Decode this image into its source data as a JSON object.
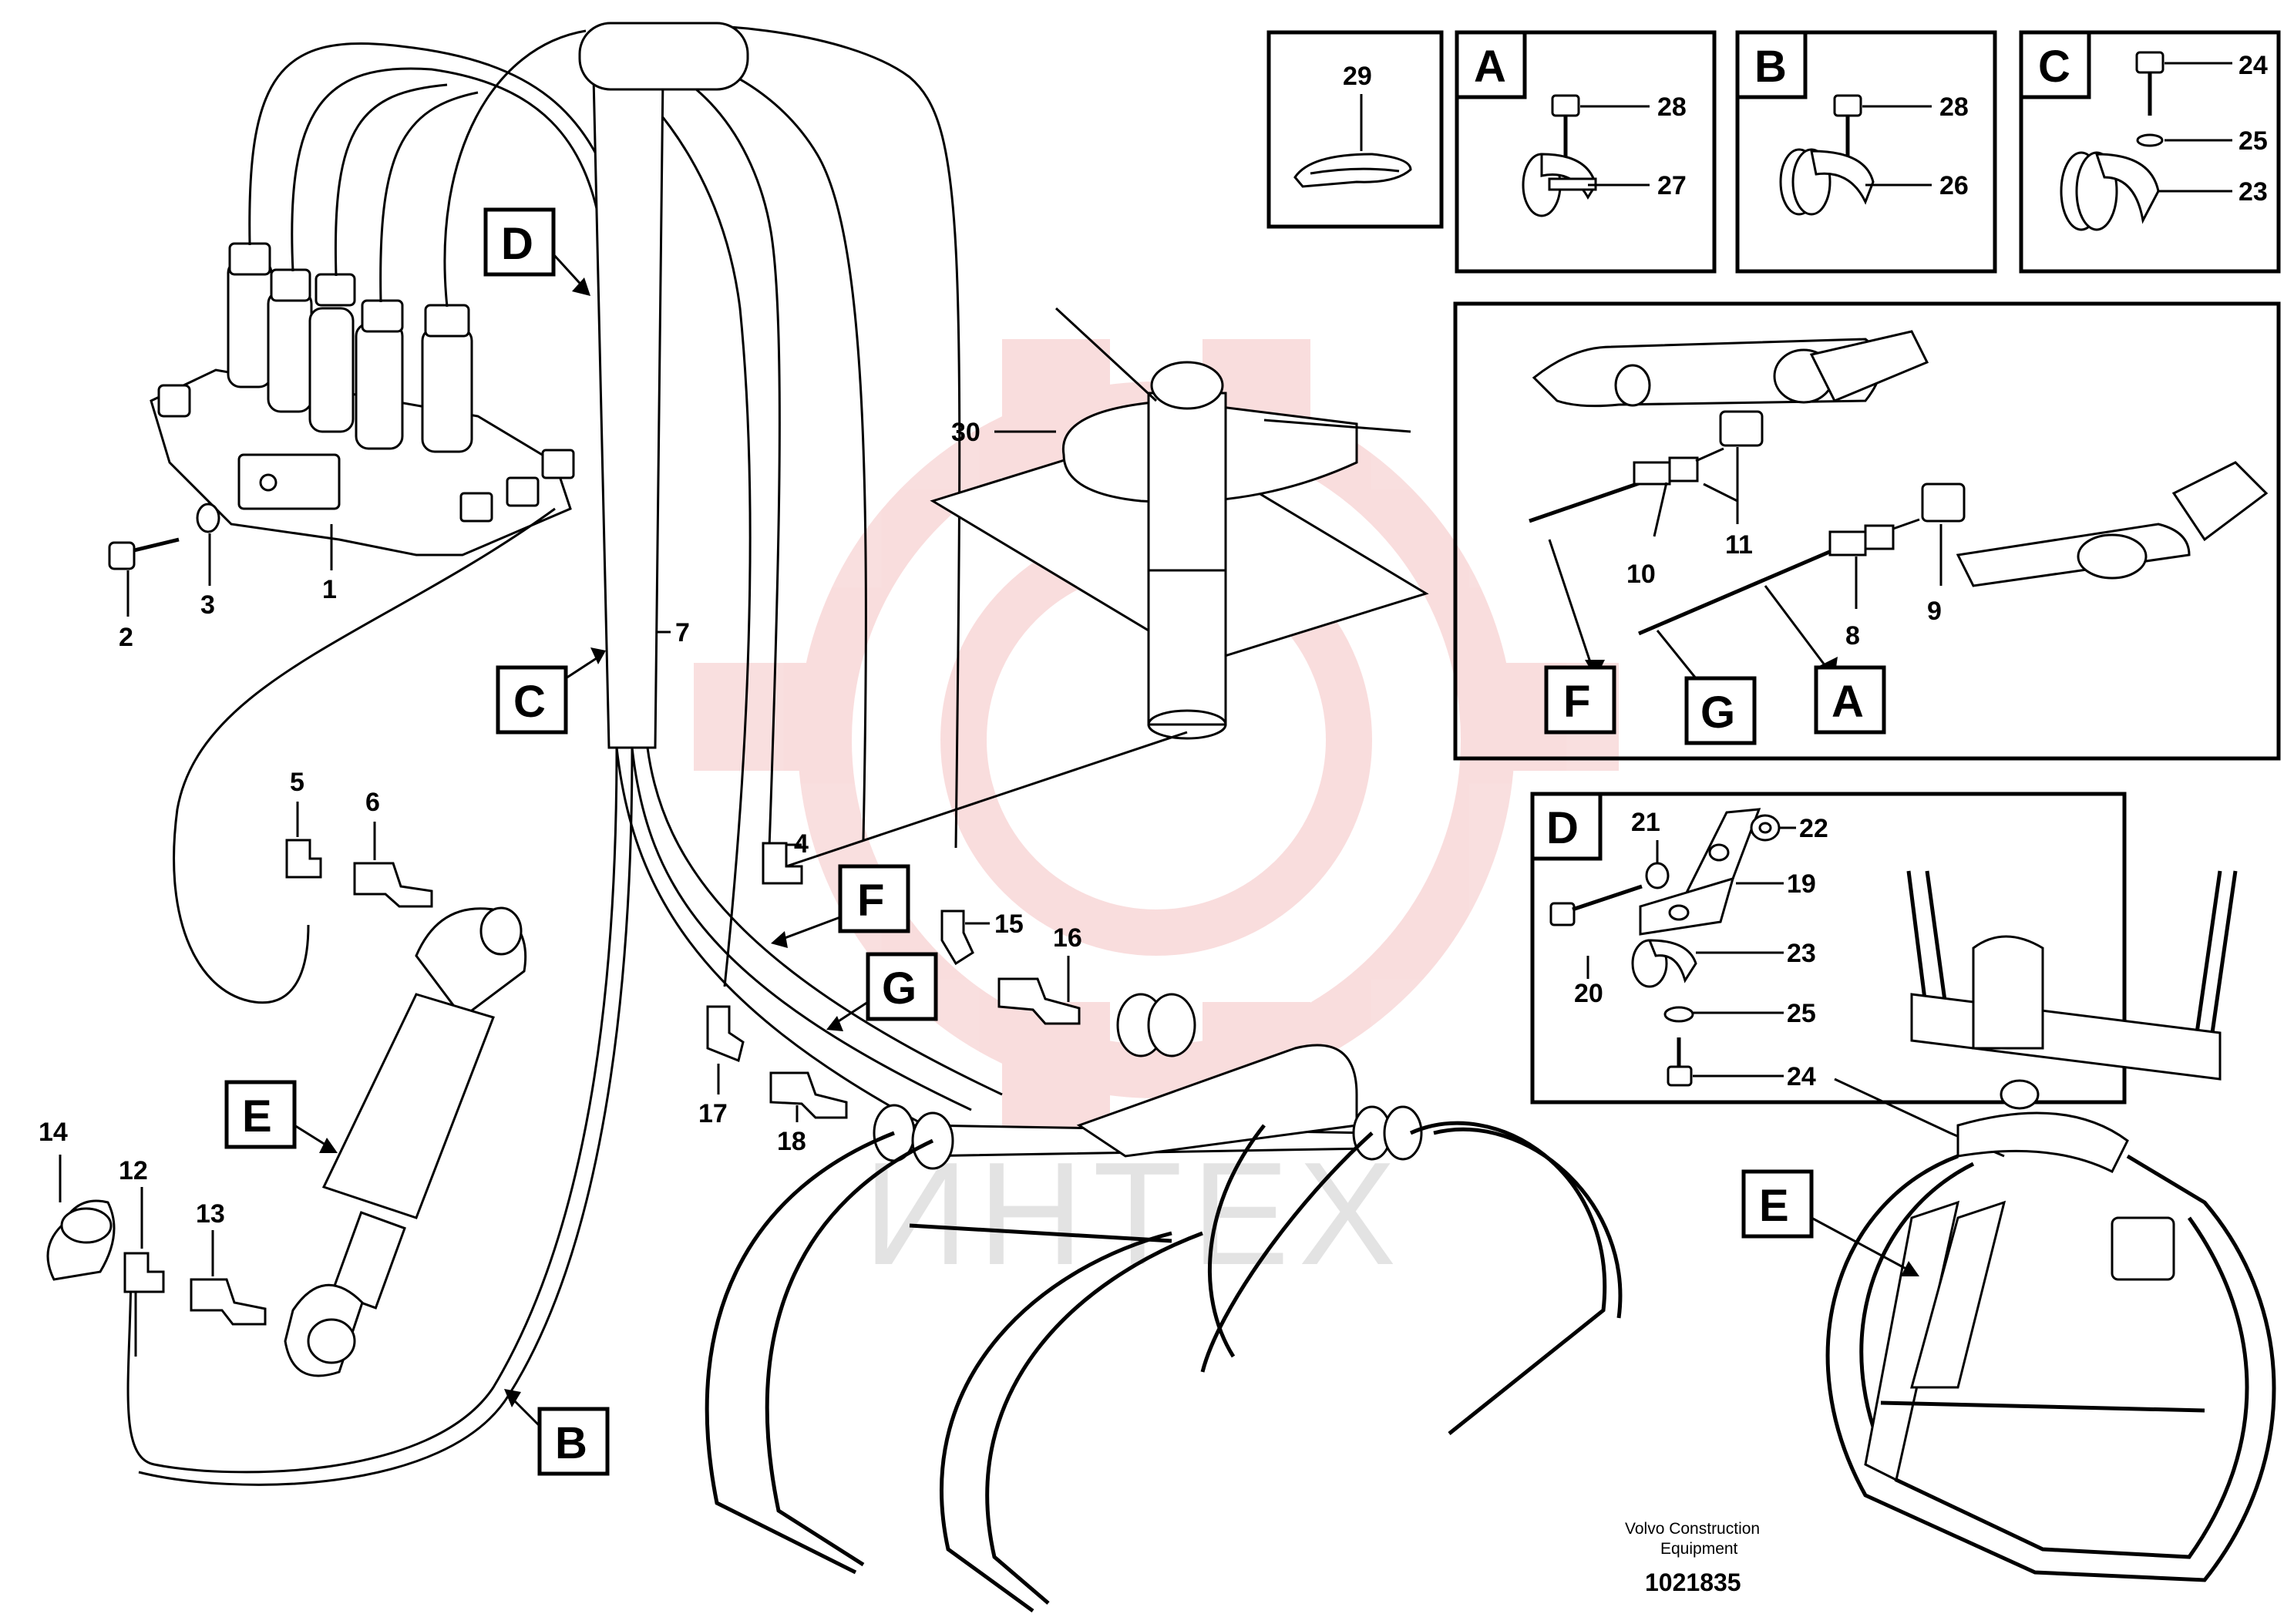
{
  "callouts": {
    "n1": "1",
    "n2": "2",
    "n3": "3",
    "n4": "4",
    "n5": "5",
    "n6": "6",
    "n7": "7",
    "n8": "8",
    "n9": "9",
    "n10": "10",
    "n11": "11",
    "n12": "12",
    "n13": "13",
    "n14": "14",
    "n15": "15",
    "n16": "16",
    "n17": "17",
    "n18": "18",
    "n19": "19",
    "n20": "20",
    "n21": "21",
    "n22": "22",
    "n23": "23",
    "n24": "24",
    "n25": "25",
    "n26": "26",
    "n27": "27",
    "n28": "28",
    "n29": "29",
    "n30": "30"
  },
  "view_letters": {
    "A": "A",
    "B": "B",
    "C": "C",
    "D": "D",
    "E": "E",
    "F": "F",
    "G": "G"
  },
  "insets": {
    "box29": {
      "n29": "29"
    },
    "boxA": {
      "letter": "A",
      "n28": "28",
      "n27": "27"
    },
    "boxB": {
      "letter": "B",
      "n28": "28",
      "n26": "26"
    },
    "boxC": {
      "letter": "C",
      "n24": "24",
      "n25": "25",
      "n23": "23"
    },
    "boxFGA": {
      "n10": "10",
      "n11": "11",
      "n8": "8",
      "n9": "9",
      "F": "F",
      "G": "G",
      "A": "A"
    },
    "boxD": {
      "letter": "D",
      "n21": "21",
      "n22": "22",
      "n19": "19",
      "n20": "20",
      "n23": "23",
      "n25": "25",
      "n24": "24"
    }
  },
  "footer": {
    "brand_line1": "Volvo Construction",
    "brand_line2": "Equipment",
    "drawing_number": "1021835"
  },
  "watermark": {
    "text": "ИНТЕХ",
    "color": "#e04b4b"
  }
}
